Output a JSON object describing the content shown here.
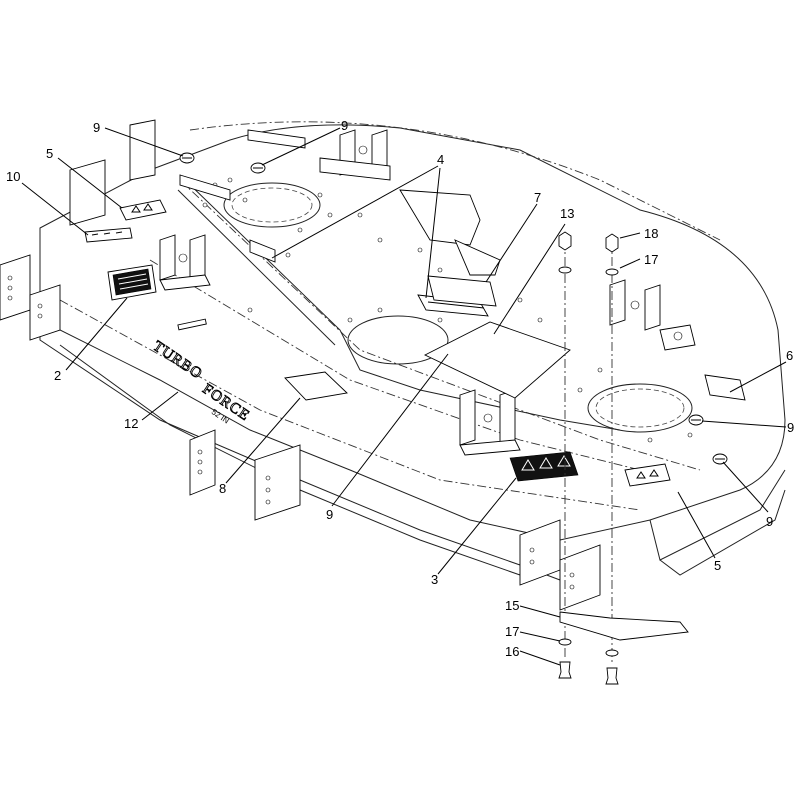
{
  "diagram": {
    "callouts": [
      {
        "id": "c9a",
        "text": "9"
      },
      {
        "id": "c9b",
        "text": "9"
      },
      {
        "id": "c5a",
        "text": "5"
      },
      {
        "id": "c10",
        "text": "10"
      },
      {
        "id": "c4",
        "text": "4"
      },
      {
        "id": "c7",
        "text": "7"
      },
      {
        "id": "c13",
        "text": "13"
      },
      {
        "id": "c18",
        "text": "18"
      },
      {
        "id": "c17a",
        "text": "17"
      },
      {
        "id": "c6",
        "text": "6"
      },
      {
        "id": "c9c",
        "text": "9"
      },
      {
        "id": "c9d",
        "text": "9"
      },
      {
        "id": "c5b",
        "text": "5"
      },
      {
        "id": "c2",
        "text": "2"
      },
      {
        "id": "c12",
        "text": "12"
      },
      {
        "id": "c8",
        "text": "8"
      },
      {
        "id": "c9e",
        "text": "9"
      },
      {
        "id": "c3",
        "text": "3"
      },
      {
        "id": "c15",
        "text": "15"
      },
      {
        "id": "c17b",
        "text": "17"
      },
      {
        "id": "c16",
        "text": "16"
      }
    ],
    "emblem": {
      "line1": "TURBO",
      "line2": "FORCE"
    },
    "decal_small_text": "52 IN"
  }
}
